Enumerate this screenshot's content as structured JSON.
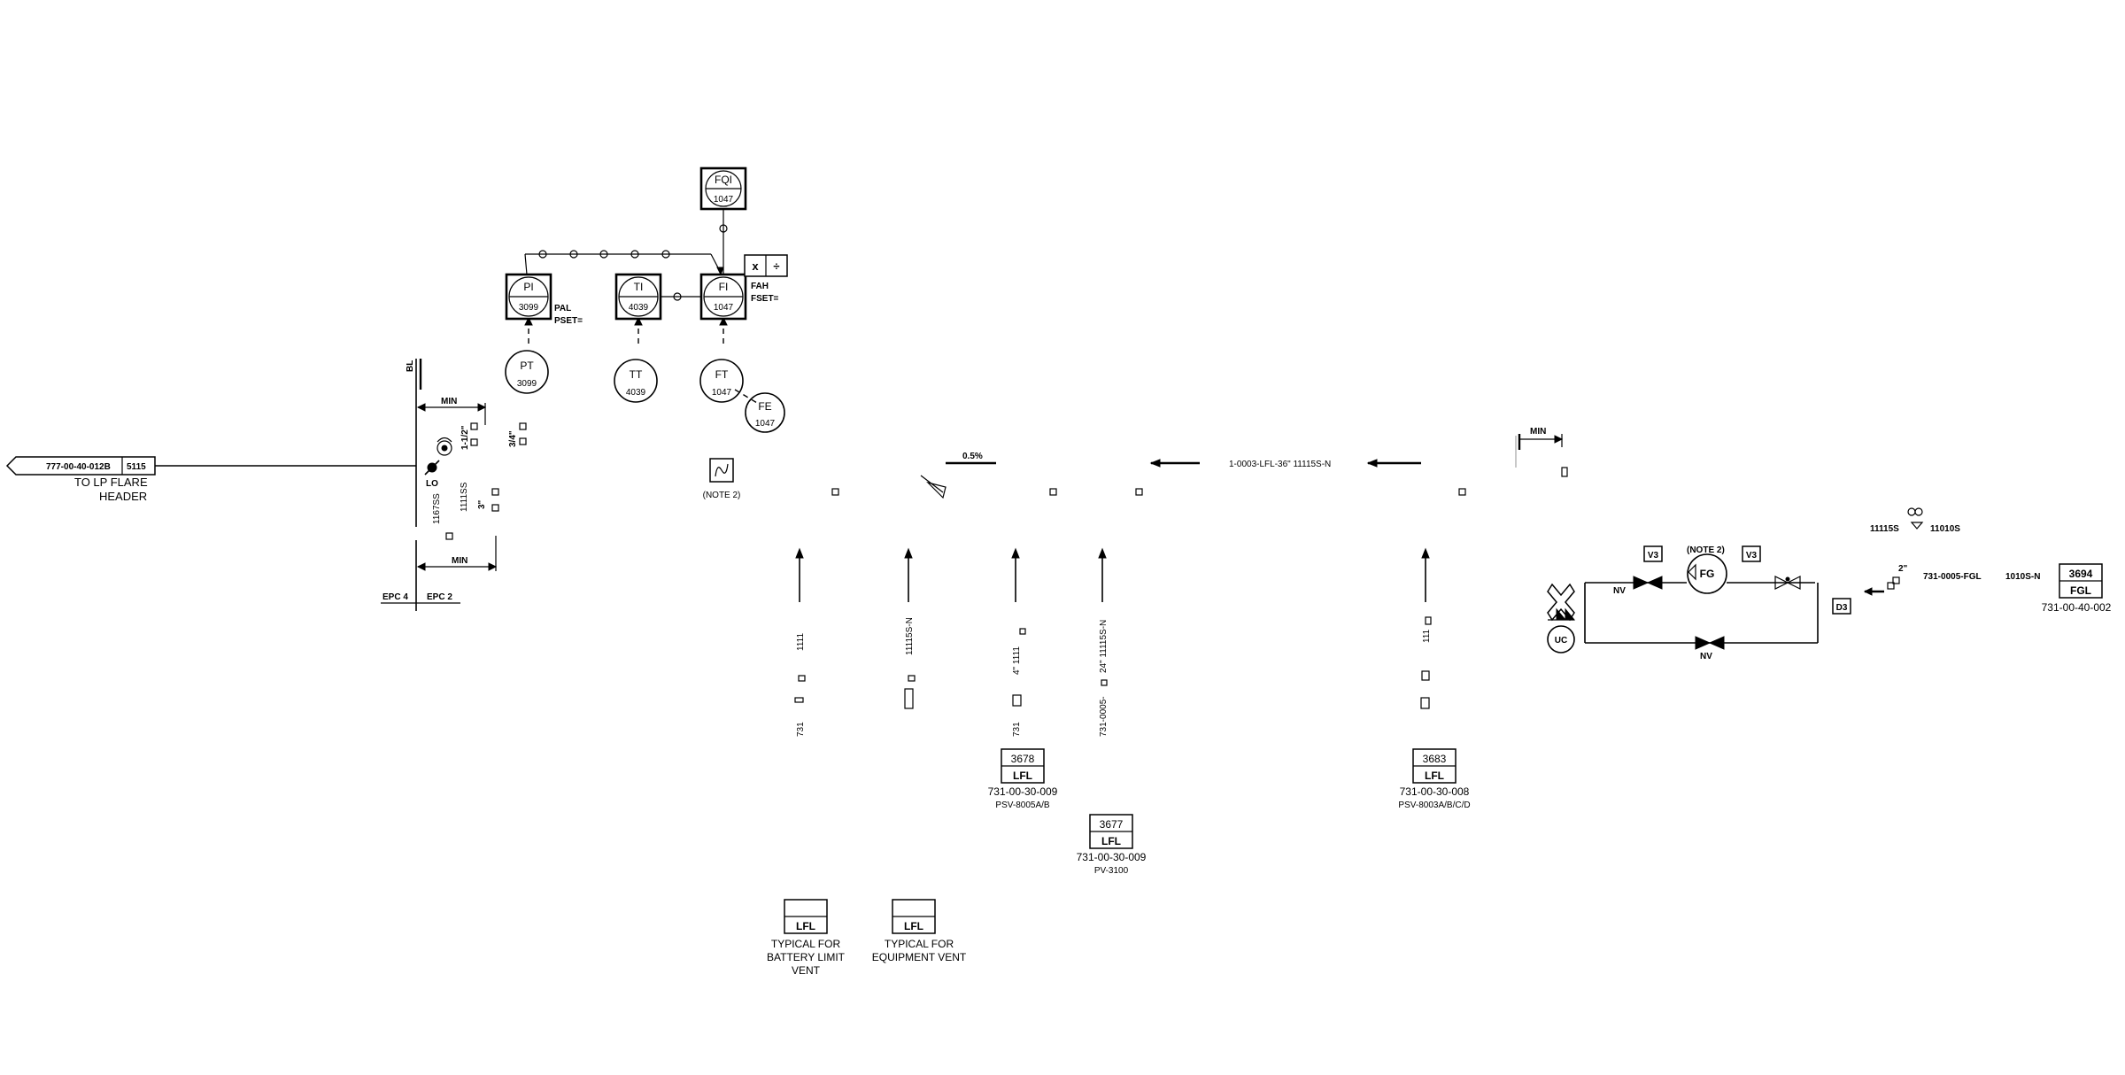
{
  "left_header": {
    "line_number": "777-00-40-012B",
    "sheet_ref": "5115",
    "dest_line1": "TO LP FLARE",
    "dest_line2": "HEADER"
  },
  "left_valves": {
    "bl": "BL",
    "min_top": "MIN",
    "size_1_1_2": "1-1/2\"",
    "size_3_4": "3/4\"",
    "lo": "LO",
    "spec1": "1167SS",
    "spec2": "1111SS",
    "size_3": "3\"",
    "min_bottom": "MIN",
    "epc4": "EPC 4",
    "epc2": "EPC 2"
  },
  "instruments": [
    {
      "tag": "PI",
      "num": "3099",
      "note1": "PAL",
      "note2": "PSET="
    },
    {
      "tag": "TI",
      "num": "4039"
    },
    {
      "tag": "FI",
      "num": "1047",
      "note1": "FAH",
      "note2": "FSET="
    },
    {
      "tag": "FQI",
      "num": "1047"
    },
    {
      "tag": "PT",
      "num": "3099"
    },
    {
      "tag": "TT",
      "num": "4039"
    },
    {
      "tag": "FT",
      "num": "1047"
    },
    {
      "tag": "FE",
      "num": "1047"
    }
  ],
  "calc_block": {
    "multiply": "x",
    "divide": "÷"
  },
  "note2": "(NOTE 2)",
  "header": {
    "slope": "0.5%",
    "line_number": "1-0003-LFL-36\" 11115S-N"
  },
  "branches": [
    {
      "text1": "1111",
      "text2": "731"
    },
    {
      "text1": "11115S-N"
    },
    {
      "text1": "4\" 1111",
      "text2": "731"
    },
    {
      "text1": "24\" 11115S-N",
      "text2": "731-0005-"
    },
    {
      "text1": "111"
    }
  ],
  "tags": [
    {
      "num": "3678",
      "type": "LFL",
      "line": "731-00-30-009",
      "desc": "PSV-8005A/B"
    },
    {
      "num": "3677",
      "type": "LFL",
      "line": "731-00-30-009",
      "desc": "PV-3100"
    },
    {
      "num": "3683",
      "type": "LFL",
      "line": "731-00-30-008",
      "desc": "PSV-8003A/B/C/D"
    }
  ],
  "legend": [
    {
      "type": "LFL",
      "line1": "TYPICAL FOR",
      "line2": "BATTERY LIMIT",
      "line3": "VENT"
    },
    {
      "type": "LFL",
      "line1": "TYPICAL FOR",
      "line2": "EQUIPMENT VENT"
    }
  ],
  "right_section": {
    "min": "MIN",
    "v3_left": "V3",
    "v3_right": "V3",
    "note2": "(NOTE 2)",
    "fg": "FG",
    "nv_top": "NV",
    "nv_bottom": "NV",
    "uc": "UC",
    "d3": "D3",
    "spec_a": "11115S",
    "spec_b": "11010S",
    "size_2": "2\"",
    "line_fgl": "731-0005-FGL",
    "spec_c": "1010S-N",
    "offpage_num": "3694",
    "offpage_type": "FGL",
    "offpage_line": "731-00-40-002"
  }
}
